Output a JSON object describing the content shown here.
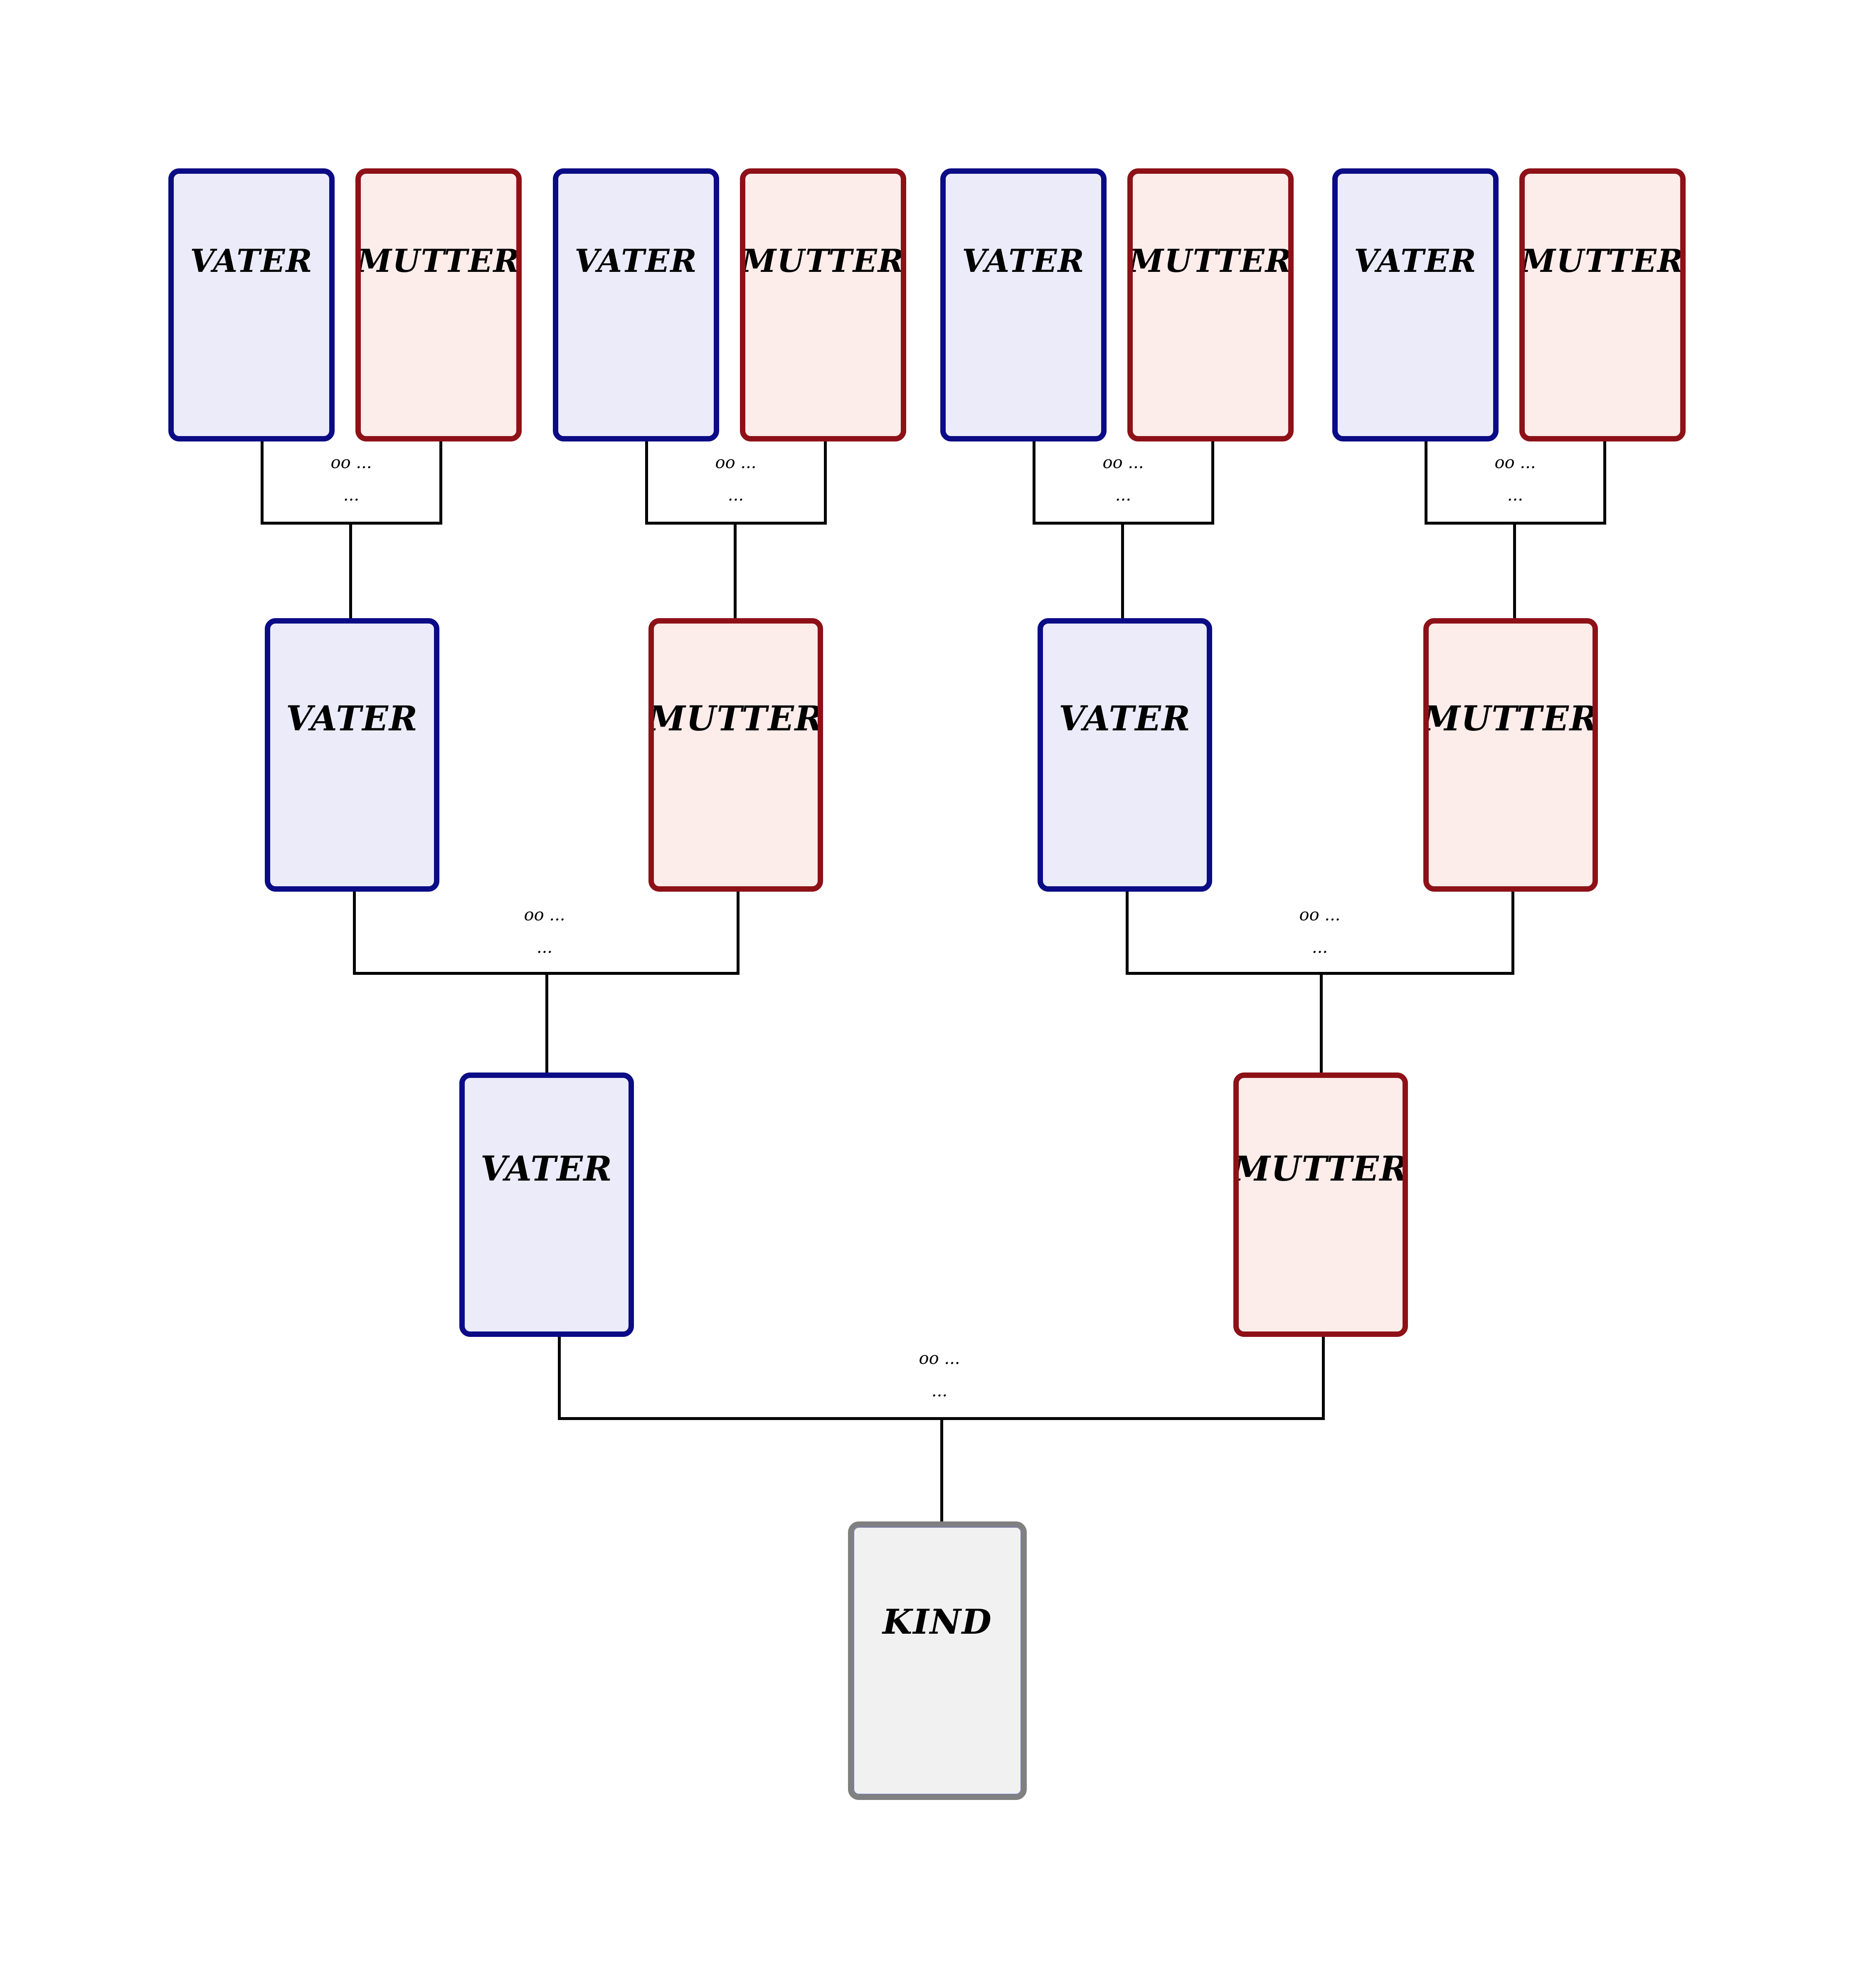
{
  "diagram": {
    "title_text": "",
    "background": "#ffffff",
    "colors": {
      "male_border": "#0b0b85",
      "male_fill": "#ebebfa",
      "female_border": "#8d1117",
      "female_fill": "#fcecea",
      "child_border": "#808080",
      "child_fill": "#f1f1f1",
      "line": "#000000"
    },
    "labels": {
      "father": "VATER",
      "mother": "MUTTER",
      "child": "KIND"
    },
    "union": {
      "line1": "oo ...",
      "line2": "..."
    }
  },
  "generations": [
    {
      "name": "great-grandparents",
      "row": 4,
      "nodes": [
        {
          "id": "ggf1",
          "label": "VATER",
          "sex": "male"
        },
        {
          "id": "ggm1",
          "label": "MUTTER",
          "sex": "female"
        },
        {
          "id": "ggf2",
          "label": "VATER",
          "sex": "male"
        },
        {
          "id": "ggm2",
          "label": "MUTTER",
          "sex": "female"
        },
        {
          "id": "ggf3",
          "label": "VATER",
          "sex": "male"
        },
        {
          "id": "ggm3",
          "label": "MUTTER",
          "sex": "female"
        },
        {
          "id": "ggf4",
          "label": "VATER",
          "sex": "male"
        },
        {
          "id": "ggm4",
          "label": "MUTTER",
          "sex": "female"
        }
      ]
    },
    {
      "name": "grandparents",
      "row": 3,
      "nodes": [
        {
          "id": "gf1",
          "label": "VATER",
          "sex": "male"
        },
        {
          "id": "gm1",
          "label": "MUTTER",
          "sex": "female"
        },
        {
          "id": "gf2",
          "label": "VATER",
          "sex": "male"
        },
        {
          "id": "gm2",
          "label": "MUTTER",
          "sex": "female"
        }
      ]
    },
    {
      "name": "parents",
      "row": 2,
      "nodes": [
        {
          "id": "f1",
          "label": "VATER",
          "sex": "male"
        },
        {
          "id": "m1",
          "label": "MUTTER",
          "sex": "female"
        }
      ]
    },
    {
      "name": "child",
      "row": 1,
      "nodes": [
        {
          "id": "k1",
          "label": "KIND",
          "sex": "child"
        }
      ]
    }
  ],
  "unions": [
    {
      "id": "u-gg1",
      "marriage": "oo ...",
      "detail": "..."
    },
    {
      "id": "u-gg2",
      "marriage": "oo ...",
      "detail": "..."
    },
    {
      "id": "u-gg3",
      "marriage": "oo ...",
      "detail": "..."
    },
    {
      "id": "u-gg4",
      "marriage": "oo ...",
      "detail": "..."
    },
    {
      "id": "u-g1",
      "marriage": "oo ...",
      "detail": "..."
    },
    {
      "id": "u-g2",
      "marriage": "oo ...",
      "detail": "..."
    },
    {
      "id": "u-p1",
      "marriage": "oo ...",
      "detail": "..."
    }
  ]
}
